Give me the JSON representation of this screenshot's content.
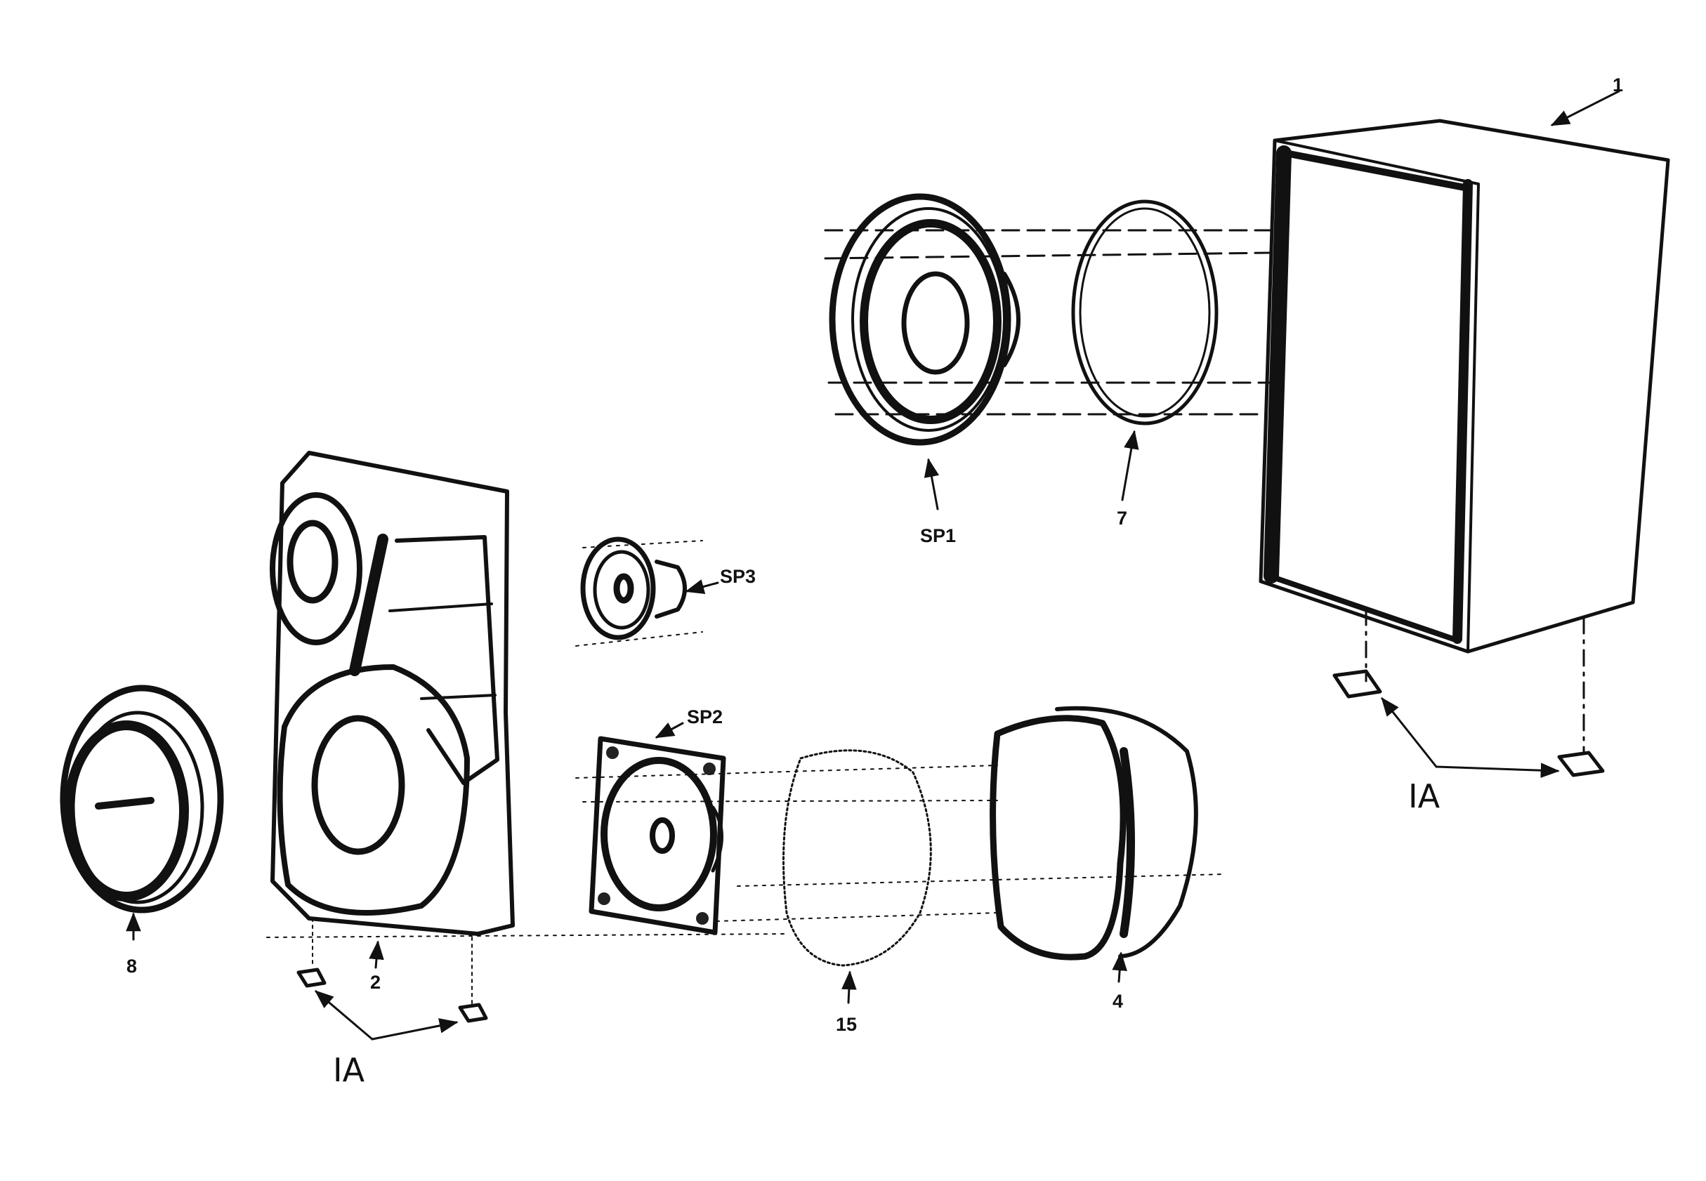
{
  "callouts": {
    "cabinet": "1",
    "front_panel": "2",
    "feet_left": "IA",
    "feet_right": "IA",
    "port_tube": "4",
    "ring": "7",
    "grille": "8",
    "foam": "15",
    "woofer": "SP1",
    "midrange": "SP2",
    "tweeter": "SP3"
  },
  "colors": {
    "ink": "#111111",
    "paper": "#ffffff"
  }
}
